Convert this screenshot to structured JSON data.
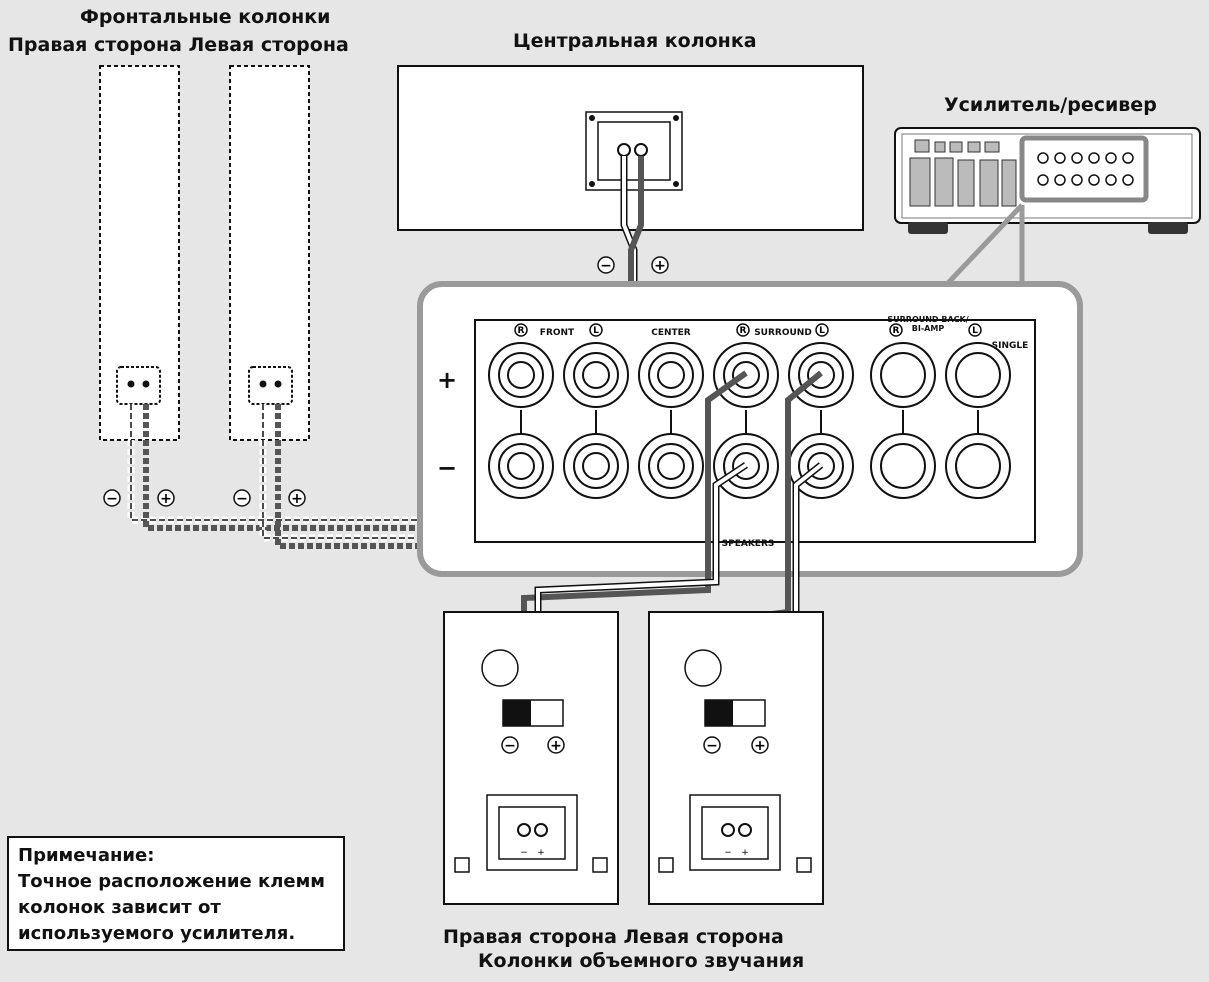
{
  "labels": {
    "front_title": "Фронтальные колонки",
    "front_sides": "Правая сторона Левая сторона",
    "center_title": "Центральная колонка",
    "receiver_title": "Усилитель/ресивер",
    "surround_sides": "Правая сторона Левая сторона",
    "surround_title": "Колонки объемного звучания"
  },
  "polarity": {
    "minus": "−",
    "plus": "+"
  },
  "panel": {
    "front": "FRONT",
    "center": "CENTER",
    "surround": "SURROUND",
    "surround_back": "SURROUND BACK/",
    "bi_amp": "BI-AMP",
    "single": "SINGLE",
    "speakers": "SPEAKERS",
    "plus_sign": "+",
    "minus_sign": "−",
    "r": "R",
    "l": "L"
  },
  "speaker_terminal_marks": {
    "minus": "−",
    "plus": "+"
  },
  "note": {
    "title": "Примечание:",
    "lines": [
      "Точное расположение клемм",
      "колонок зависит от",
      "используемого усилителя."
    ]
  },
  "colors": {
    "background": "#e6e6e6",
    "cable_dark": "#555555",
    "outline": "#111111",
    "panel_border": "#9a9a9a"
  }
}
